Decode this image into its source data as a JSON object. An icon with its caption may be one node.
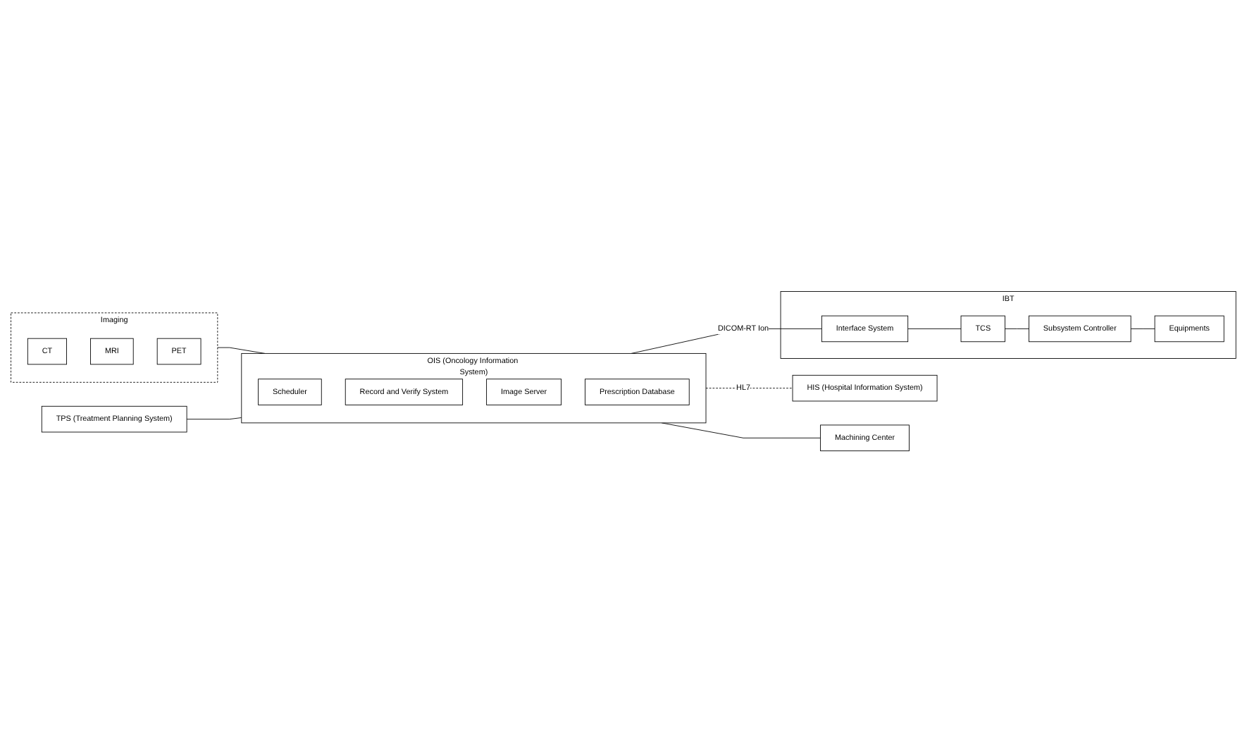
{
  "diagram": {
    "nodes": [
      {
        "text": [
          "Imaging"
        ]
      },
      {
        "text": [
          "CT"
        ],
        "in": 0
      },
      {
        "text": [
          "MRI"
        ],
        "in": 0
      },
      {
        "text": [
          "PET"
        ],
        "in": 0
      },
      {
        "text": [
          "TPS (Treatment Planning System)"
        ]
      },
      {
        "text": [
          "OIS (Oncology Information System)"
        ]
      },
      {
        "text": [
          "Scheduler"
        ],
        "in": 5
      },
      {
        "text": [
          "Record and Verify System"
        ],
        "in": 5
      },
      {
        "text": [
          "Image Server"
        ],
        "in": 5
      },
      {
        "text": [
          "Prescription Database"
        ],
        "in": 5
      },
      {
        "text": [
          "IBT"
        ]
      },
      {
        "text": [
          "Interface System"
        ],
        "in": 10
      },
      {
        "text": [
          "TCS"
        ],
        "in": 10
      },
      {
        "text": [
          "Subsystem Controller"
        ],
        "in": 10
      },
      {
        "text": [
          "Equipments"
        ],
        "in": 10
      },
      {
        "text": [
          "HIS (Hospital Information System)"
        ]
      },
      {
        "text": [
          "Machining Center"
        ]
      }
    ],
    "edges": [
      {
        "from": 0,
        "to": 5,
        "arrow": "none"
      },
      {
        "from": 4,
        "to": 5,
        "arrow": "none"
      },
      {
        "from": 5,
        "to": 11,
        "arrow": "none",
        "label": "DICOM-RT Ion"
      },
      {
        "from": 5,
        "to": 15,
        "arrow": "none",
        "label": "HL7",
        "style": "dashed"
      },
      {
        "from": 5,
        "to": 16,
        "arrow": "none"
      },
      {
        "from": 11,
        "to": 12,
        "arrow": "none"
      },
      {
        "from": 12,
        "to": 13,
        "arrow": "none"
      },
      {
        "from": 13,
        "to": 14,
        "arrow": "none"
      }
    ]
  }
}
